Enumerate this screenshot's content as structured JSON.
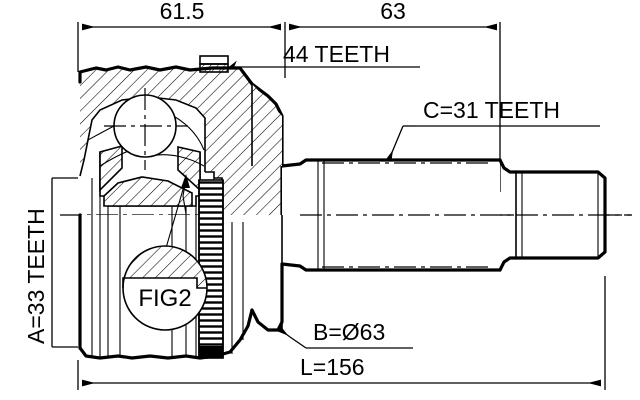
{
  "drawing": {
    "type": "cv-joint-outer-technical-drawing",
    "background_color": "#ffffff",
    "line_color": "#000000",
    "dimensions": {
      "len_61_5": "61.5",
      "len_63": "63",
      "teeth_44": "44 TEETH",
      "teeth_c31": "C=31 TEETH",
      "teeth_a33": "A=33 TEETH",
      "dia_b63": "B=Ø63",
      "total_length": "L=156"
    },
    "detail_bubble": {
      "label": "FIG2"
    }
  }
}
